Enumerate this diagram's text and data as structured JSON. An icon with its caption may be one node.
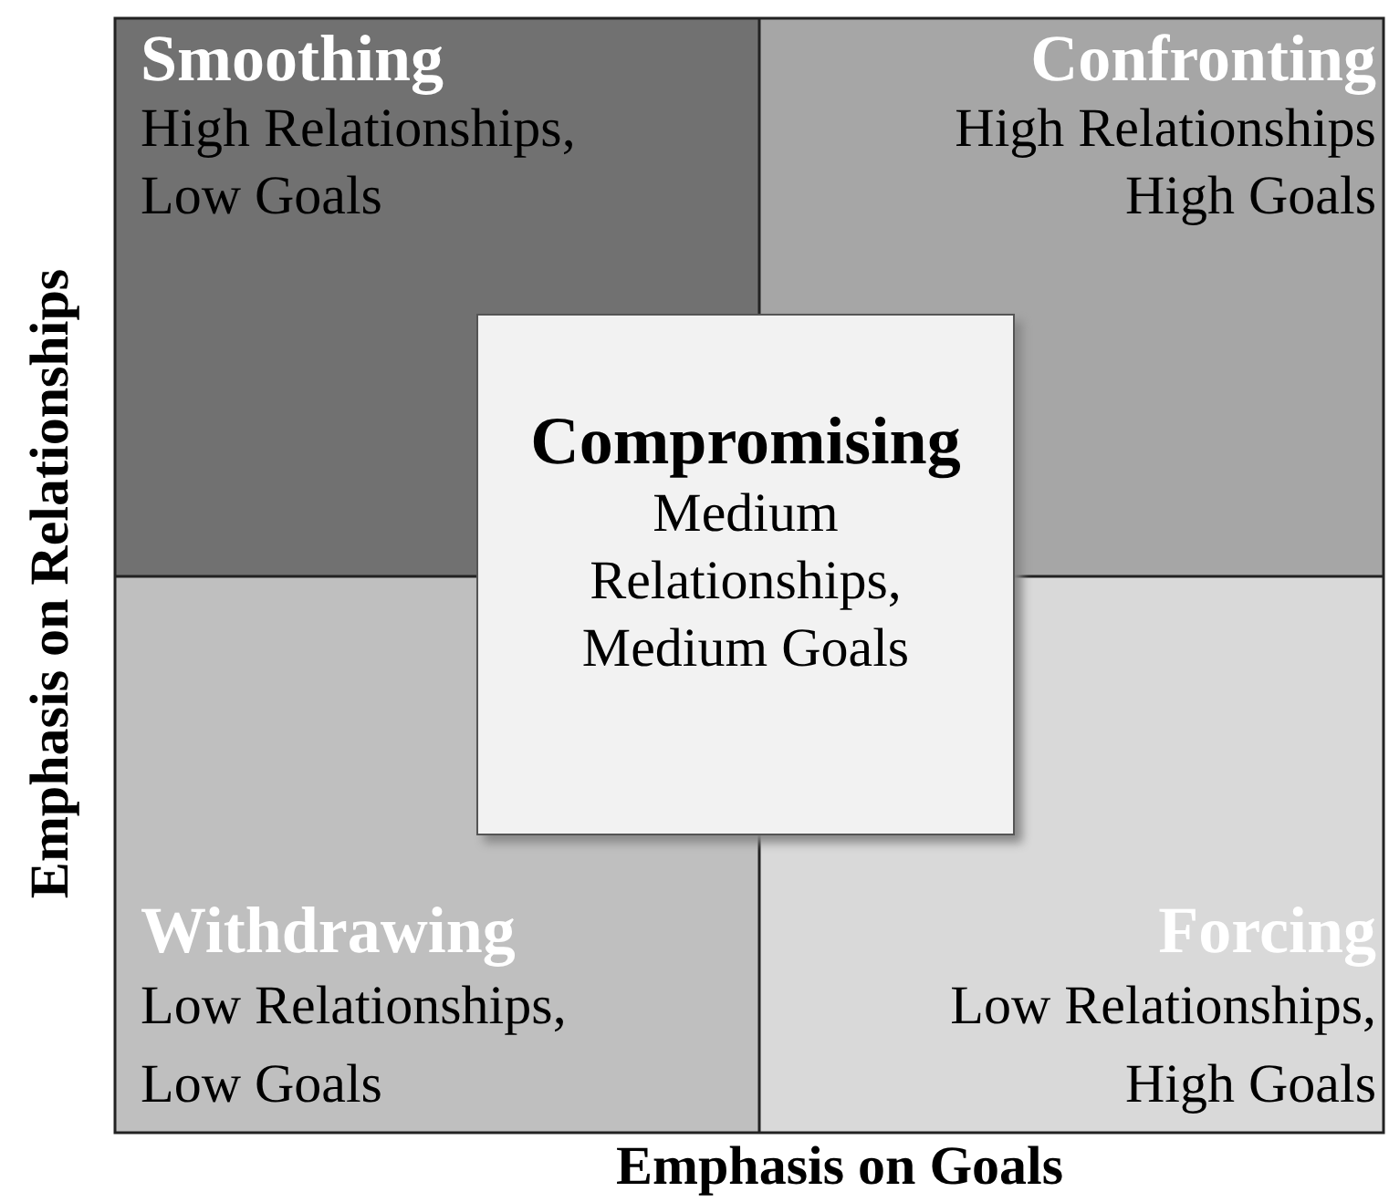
{
  "diagram": {
    "nodes": [
      {
        "text": [
          "Smoothing",
          "High Relationships, Low Goals"
        ]
      },
      {
        "text": [
          "Confronting",
          "High Relationships High Goals"
        ]
      },
      {
        "text": [
          "Withdrawing",
          "Low Relationships, Low Goals"
        ]
      },
      {
        "text": [
          "Forcing",
          "Low Relationships, High Goals"
        ]
      },
      {
        "text": [
          "Compromising",
          "Medium Relationships, Medium Goals"
        ]
      }
    ],
    "edges": [],
    "labels": [
      "Emphasis on Relationships",
      "Emphasis on Goals"
    ]
  }
}
